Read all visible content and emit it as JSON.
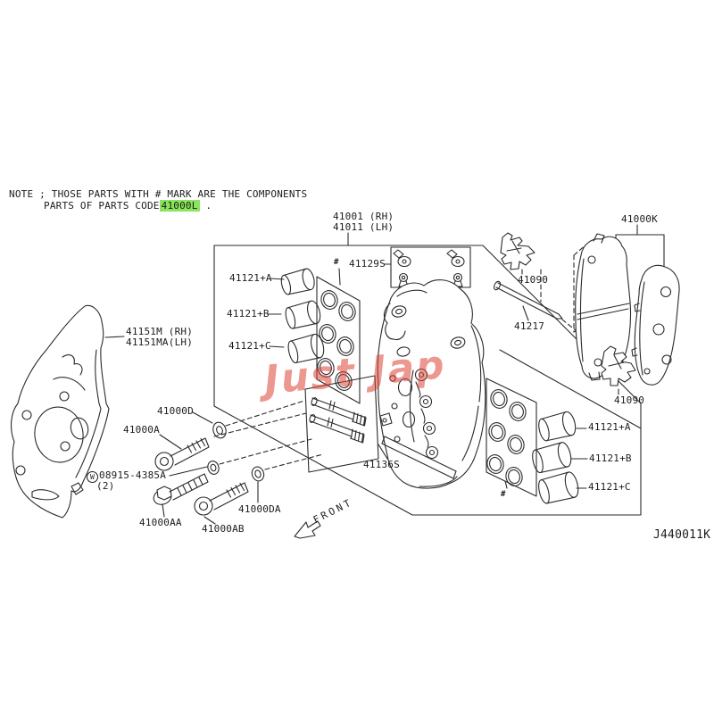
{
  "note": {
    "line1": "NOTE ; THOSE PARTS WITH # MARK ARE THE COMPONENTS",
    "line2_prefix": "PARTS OF PARTS CODE",
    "code": "41000L",
    "line2_suffix": " ."
  },
  "labels": {
    "caliper_rh": "41001 (RH)",
    "caliper_lh": "41011 (LH)",
    "bleeder_kit": "41129S",
    "component_mark": "#",
    "shield_rh": "41151M (RH)",
    "shield_lh": "41151MA(LH)",
    "piston_a": "41121+A",
    "piston_b": "41121+B",
    "piston_c": "41121+C",
    "pin_kit": "41136S",
    "washer_d": "41000D",
    "bolt_a": "41000A",
    "washer_w_symbol": "W",
    "washer_w": "08915-4385A",
    "washer_w_qty": "(2)",
    "bolt_aa": "41000AA",
    "bolt_ab": "41000AB",
    "washer_da": "41000DA",
    "pad_kit": "41000K",
    "pad_clip": "41090",
    "pad_pin": "41217"
  },
  "front_label": "FRONT",
  "diagram_code": "J440011K",
  "watermark": {
    "text": "Just Jap",
    "color": "#dd4438"
  },
  "colors": {
    "line": "#2a2a2a",
    "highlight": "#8ae55c"
  }
}
